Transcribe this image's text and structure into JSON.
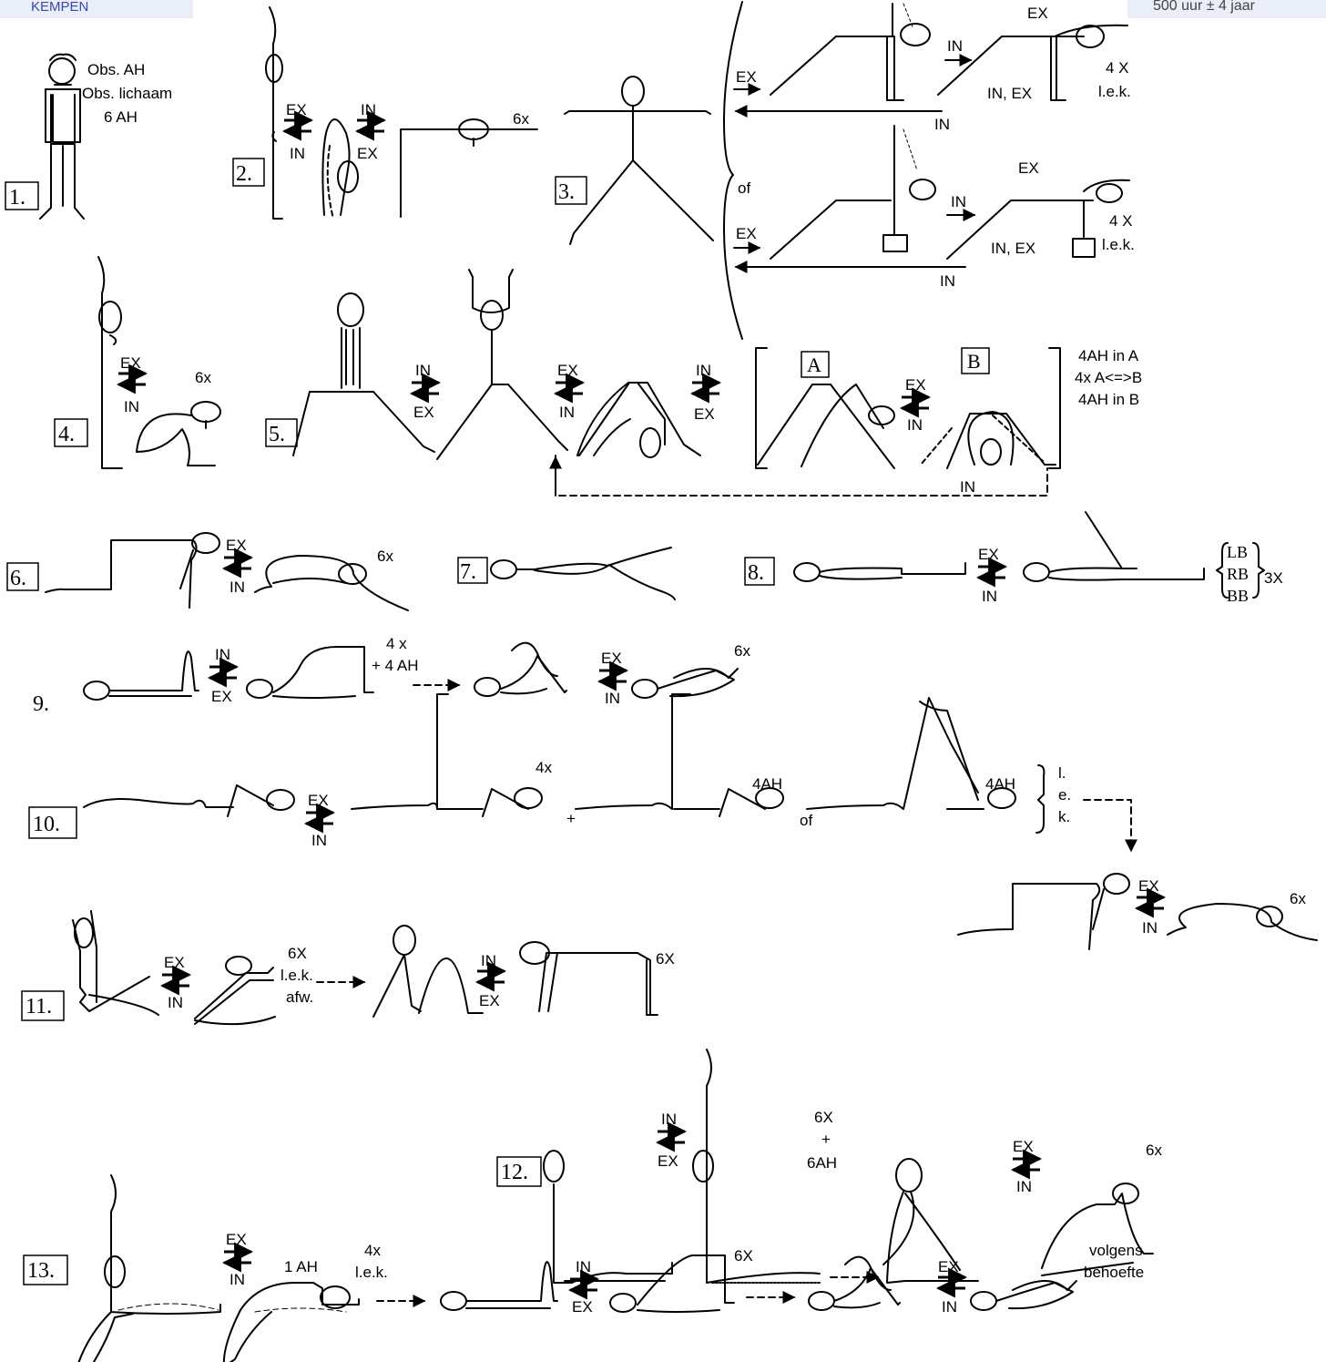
{
  "header": {
    "left": "KEMPEN",
    "right": "500 uur ± 4 jaar"
  },
  "steps": [
    "1.",
    "2.",
    "3.",
    "4.",
    "5.",
    "6.",
    "7.",
    "8.",
    "9.",
    "10.",
    "11.",
    "12.",
    "13."
  ],
  "s1": {
    "obs_ah": "Obs. AH",
    "obs_body": "Obs. lichaam",
    "ah6": "6 AH"
  },
  "labels": {
    "ex": "EX",
    "in": "IN",
    "x6": "6x",
    "x6_caps": "6X",
    "x4_caps": "4 X",
    "lek": "l.e.k.",
    "in_ex": "IN, EX",
    "of": "of",
    "a": "A",
    "b": "B",
    "ah_in_a": "4AH in A",
    "a_b": "4x A<=>B",
    "ah_in_b": "4AH in B",
    "lb": "LB",
    "rb": "RB",
    "bb": "BB",
    "x3": "3X",
    "x4_sp": "4 x",
    "plus_4ah": "+ 4 AH",
    "x4": "4x",
    "plus": "+",
    "ah4": "4AH",
    "l": "l.",
    "e": "e.",
    "k": "k.",
    "afw": "afw.",
    "ah6": "6AH",
    "ah1": "1 AH",
    "volgens": "volgens",
    "behoefte": "behoefte"
  }
}
